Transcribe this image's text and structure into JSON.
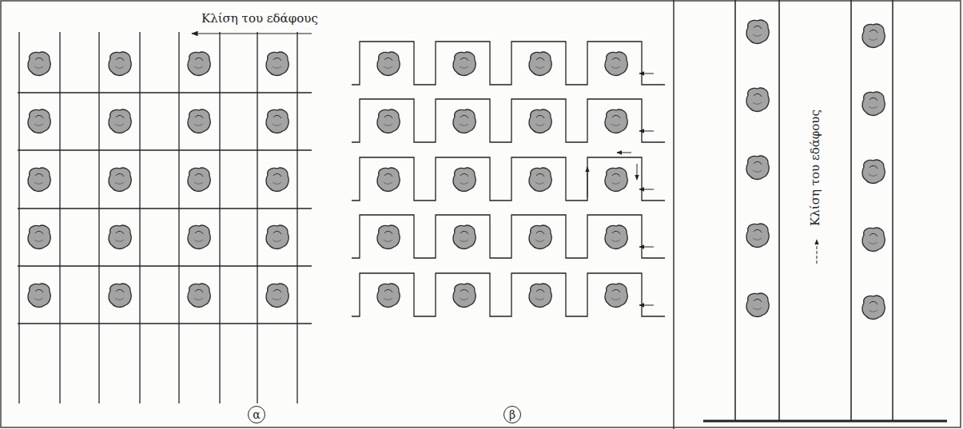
{
  "diagram": {
    "nodes": [
      {
        "text": [
          "α"
        ]
      },
      {
        "text": [
          "β"
        ]
      }
    ],
    "labels": [
      "Κλίση του εδάφους",
      "Κλίση του εδάφους"
    ]
  }
}
